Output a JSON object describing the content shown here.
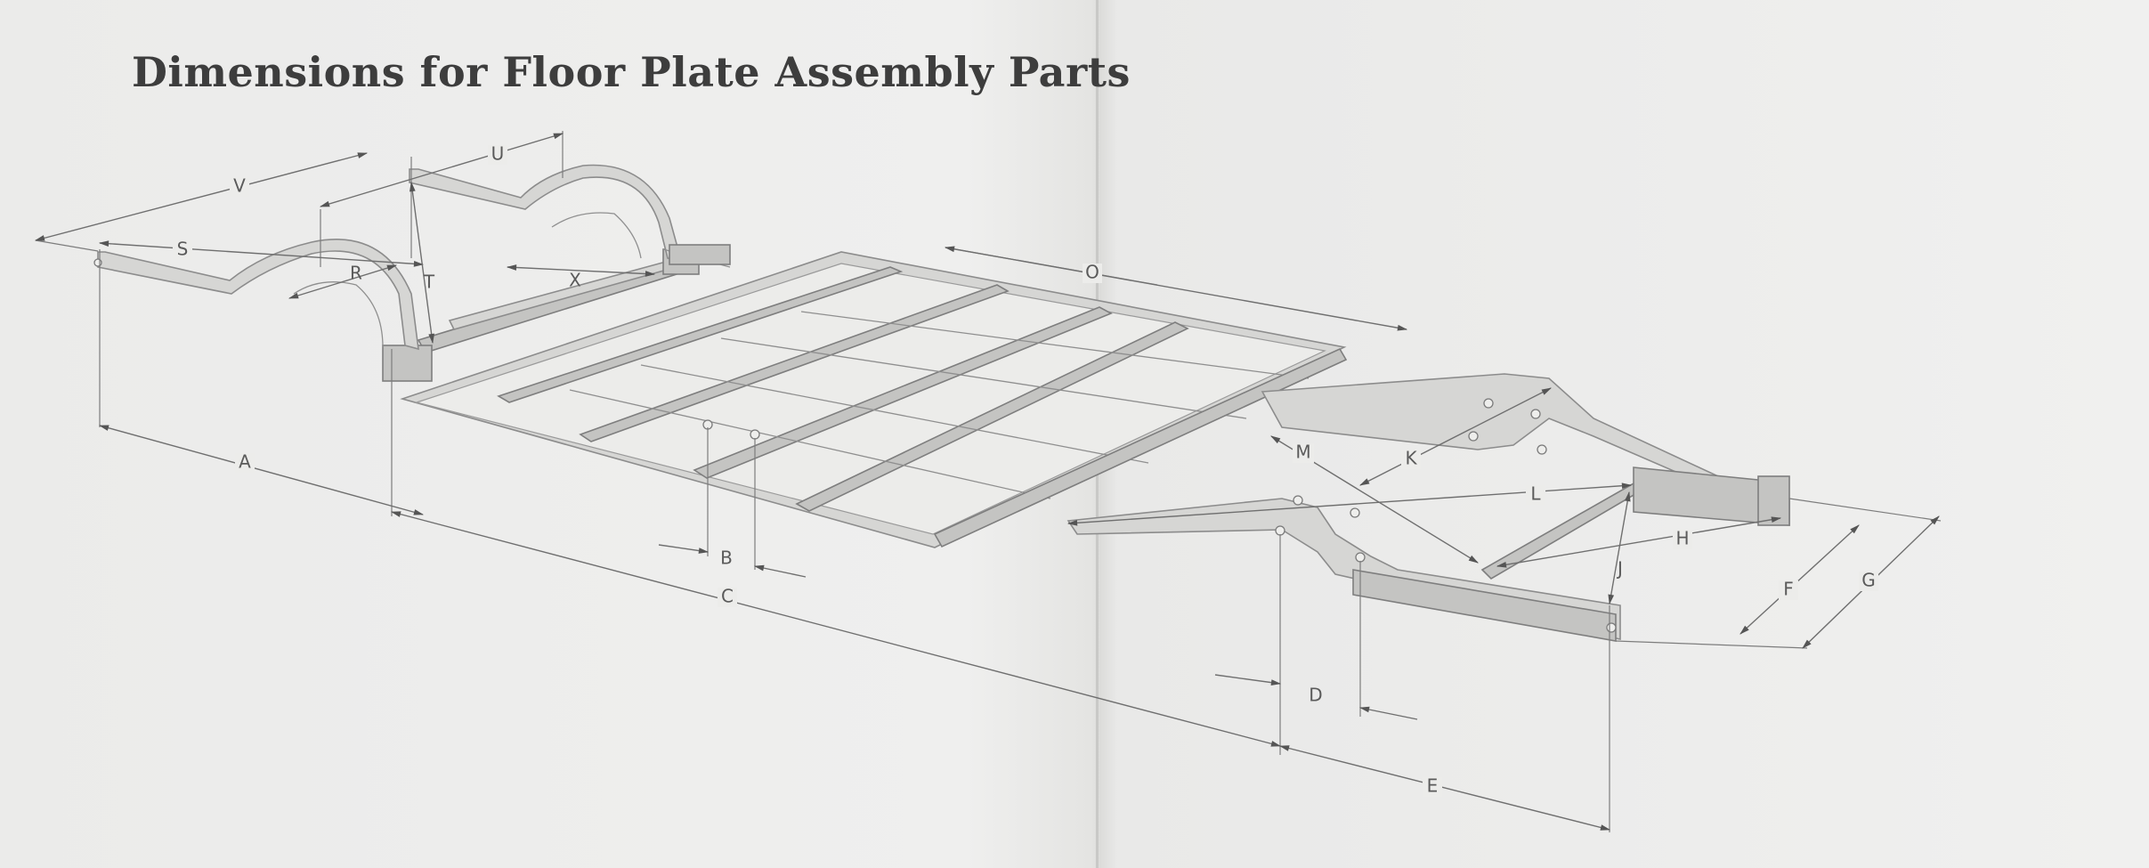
{
  "title": "Dimensions for Floor Plate Assembly Parts",
  "labels": {
    "V": "V",
    "U": "U",
    "S": "S",
    "R": "R",
    "T": "T",
    "X": "X",
    "O": "O",
    "A": "A",
    "B": "B",
    "C": "C",
    "M": "M",
    "K": "K",
    "L": "L",
    "H": "H",
    "J": "J",
    "F": "F",
    "G": "G",
    "D": "D",
    "E": "E"
  }
}
